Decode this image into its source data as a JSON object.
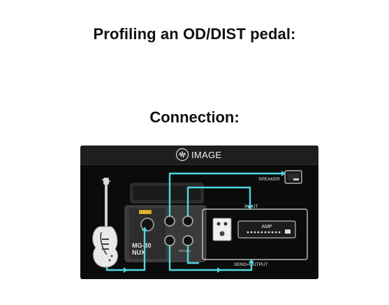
{
  "headings": {
    "profiling": "Profiling an OD/DIST pedal:",
    "connection": "Connection:"
  },
  "image_panel": {
    "title": "IMAGE",
    "icon": "waveform-icon",
    "labels": {
      "speaker": "SPEAKER",
      "input": "INPUT",
      "amp": "AMP",
      "send_output": "SEND=OUTPUT",
      "device_model": "MG-30",
      "brand": "NUX",
      "input_jack": "INPUT",
      "return": "RETURN"
    }
  },
  "colors": {
    "cable": "#4fd6e0",
    "panel_bg": "#0b0b0b",
    "header_bg": "#1e1e1e",
    "heading_text": "#111111"
  }
}
